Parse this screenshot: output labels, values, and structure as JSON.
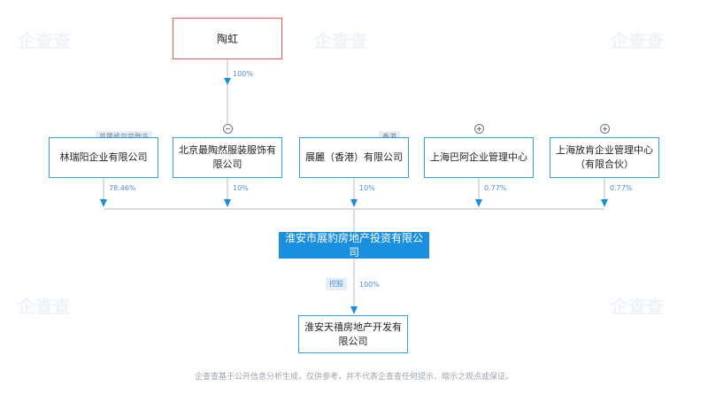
{
  "root": {
    "name": "陶虹"
  },
  "root_pct": "100%",
  "investors": [
    {
      "name": "林瑞阳企业有限公司",
      "tag": "英属维尔京群岛",
      "pct": "78.46%",
      "toggle": ""
    },
    {
      "name": "北京最陶然服装服饰有限公司",
      "tag": "",
      "pct": "10%",
      "toggle": "minus"
    },
    {
      "name": "展麗（香港）有限公司",
      "tag": "香港",
      "pct": "10%",
      "toggle": ""
    },
    {
      "name": "上海巴阿企业管理中心",
      "tag": "",
      "pct": "0.77%",
      "toggle": "plus"
    },
    {
      "name": "上海放肯企业管理中心（有限合伙）",
      "tag": "",
      "pct": "0.77%",
      "toggle": "plus"
    }
  ],
  "center": {
    "name": "淮安市展豹房地产投资有限公司"
  },
  "control": {
    "tag": "控股",
    "pct": "100%"
  },
  "subsidiary": {
    "name": "淮安天禧房地产开发有限公司"
  },
  "footer": "企查查基于公开信息分析生成，仅供参考，并不代表企查查任何提示、暗示之观点或保证。",
  "watermark": "企查查",
  "colors": {
    "accent": "#1a8fe0",
    "root_border": "#e25b5b",
    "line": "#b5bcc5"
  }
}
